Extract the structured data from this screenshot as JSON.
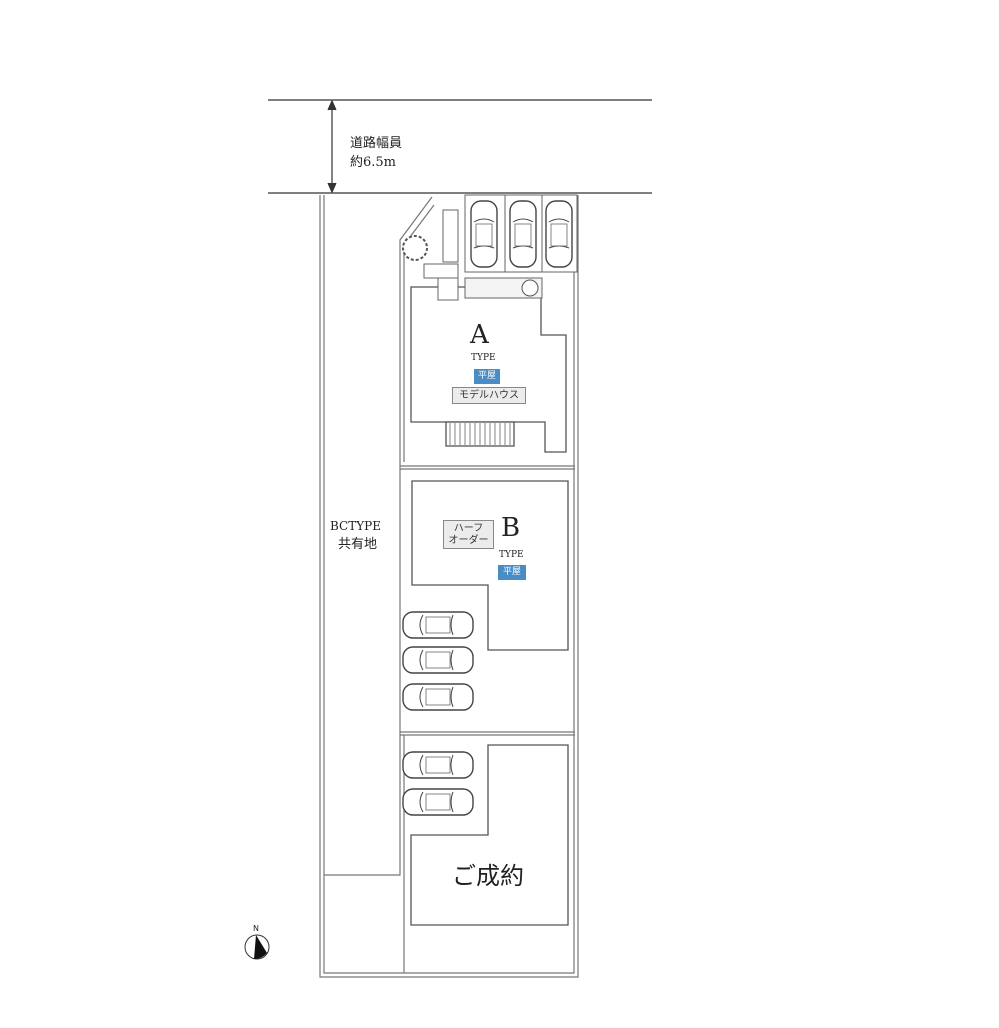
{
  "road": {
    "label_line1": "道路幅員",
    "label_line2": "約6.5m"
  },
  "common_area": {
    "label_line1": "BCTYPE",
    "label_line2": "共有地"
  },
  "lot_a": {
    "letter": "A",
    "type": "TYPE",
    "badge": "平屋",
    "tag": "モデルハウス"
  },
  "lot_b": {
    "letter": "B",
    "type": "TYPE",
    "badge": "平屋",
    "tag_line1": "ハーフ",
    "tag_line2": "オーダー"
  },
  "lot_c": {
    "status": "ご成約"
  },
  "compass": {
    "label": "N"
  },
  "colors": {
    "badge_blue": "#4a8dc4",
    "line": "#555555"
  }
}
